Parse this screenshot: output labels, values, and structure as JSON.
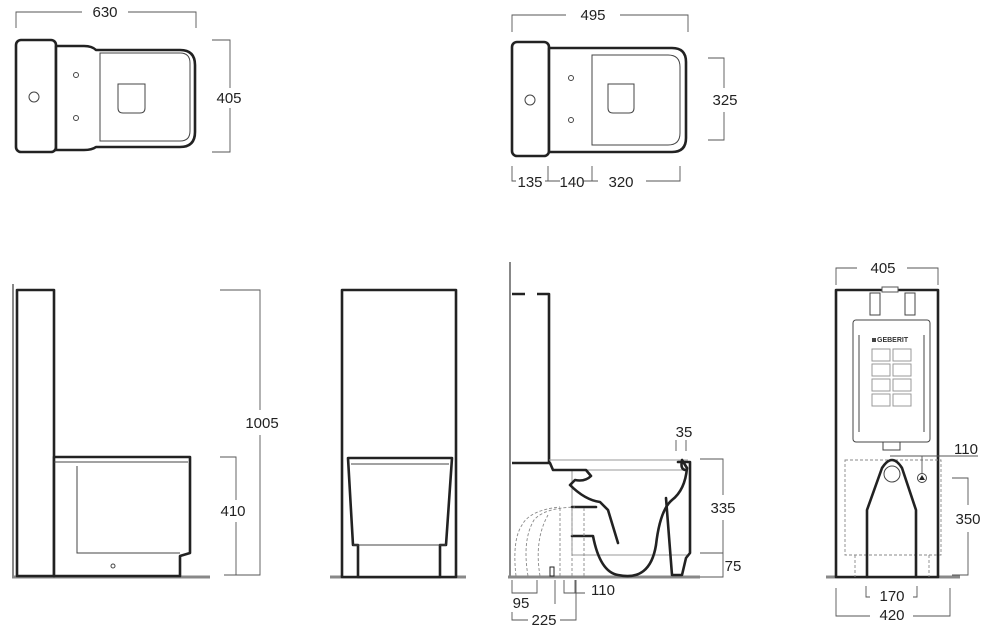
{
  "views": {
    "top_left": {
      "width": "630",
      "depth": "405"
    },
    "top_right": {
      "width": "495",
      "depth": "325",
      "tank_depth": "135",
      "gap": "140",
      "bowl_length": "320"
    },
    "side_left": {
      "total_height": "1005",
      "bowl_height": "410"
    },
    "section": {
      "rim_width": "35",
      "bowl_height": "335",
      "foot_height": "75",
      "outlet_95": "95",
      "outlet_225": "225",
      "pipe_110": "110"
    },
    "rear": {
      "width": "405",
      "pipe_height": "110",
      "outlet_height": "350",
      "foot_spacing": "170",
      "base_width": "420",
      "brand": "GEBERIT"
    }
  }
}
